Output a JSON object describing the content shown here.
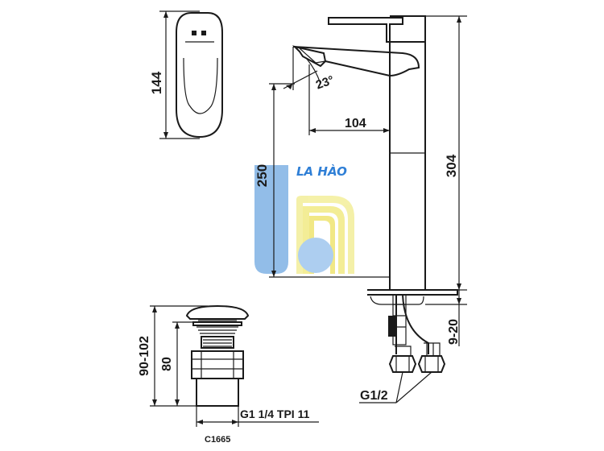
{
  "drawing": {
    "dimensions": {
      "handle_height": "144",
      "spout_angle": "23°",
      "spout_reach": "104",
      "spout_height": "250",
      "total_height": "304",
      "deck_thickness": "9-20",
      "inlet_thread": "G1/2",
      "drain_height_range": "90-102",
      "drain_body_height": "80",
      "drain_thread": "G1 1/4 TPI 11",
      "drain_model": "C1665"
    }
  },
  "watermark": {
    "text": "LA HÀO",
    "colors": {
      "blue": "#7fb2e5",
      "yellow": "#f3ee9a",
      "circle": "#9fc6ee",
      "text": "#2f7fd6"
    }
  },
  "colors": {
    "line": "#1a1a1a",
    "background": "#ffffff"
  }
}
